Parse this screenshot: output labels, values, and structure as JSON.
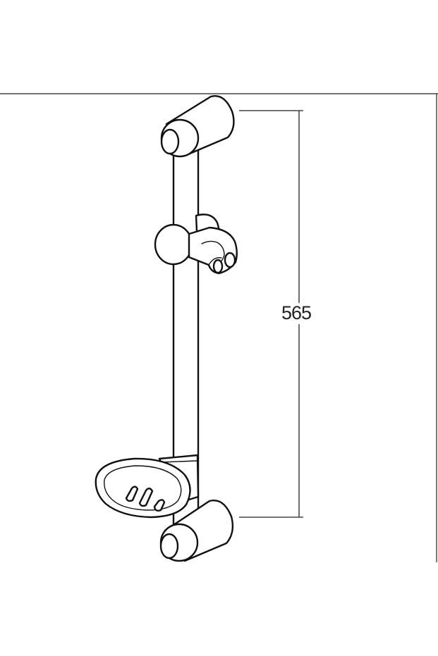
{
  "drawing": {
    "subject": "shower-slide-rail",
    "dimension": {
      "value": "565",
      "orientation": "vertical"
    },
    "colors": {
      "line": "#111111",
      "background": "#ffffff"
    }
  }
}
